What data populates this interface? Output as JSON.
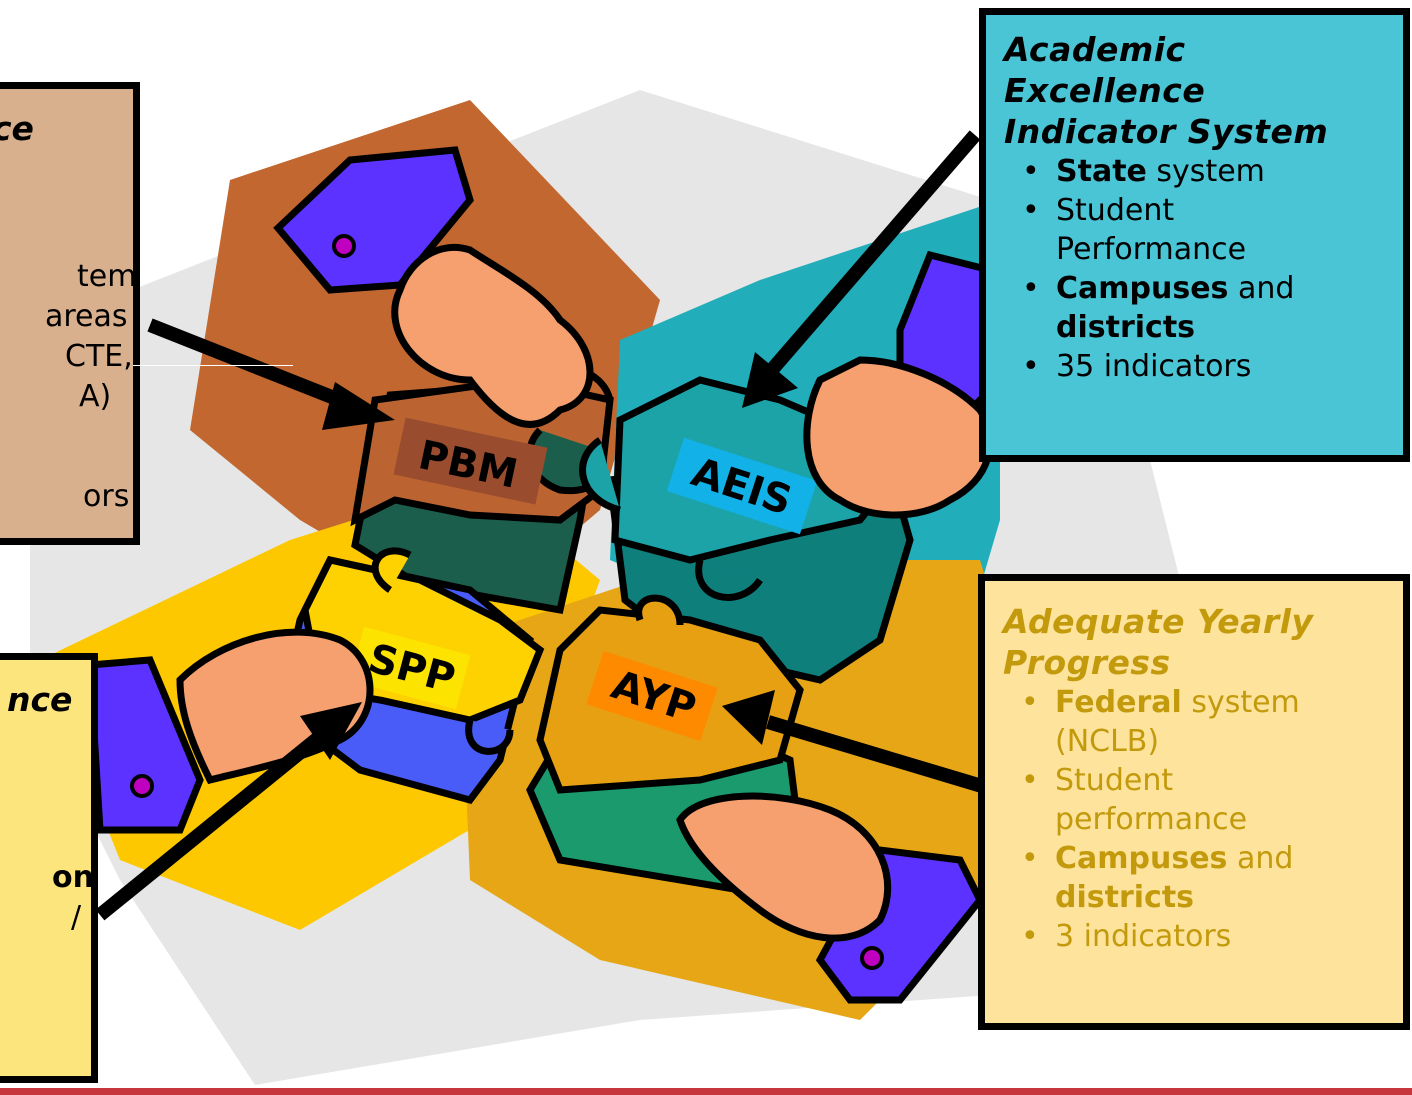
{
  "puzzle": {
    "pbm": "PBM",
    "aeis": "AEIS",
    "spp": "SPP",
    "ayp": "AYP"
  },
  "aeis_box": {
    "title_line1": "Academic",
    "title_line2": "Excellence",
    "title_line3": "Indicator System",
    "items": [
      {
        "bold": "State",
        "text": " system"
      },
      {
        "bold": "",
        "text": "Student"
      },
      {
        "bold": "",
        "text": "Performance"
      },
      {
        "bold": "Campuses",
        "text": " and"
      },
      {
        "bold": "districts",
        "text": ""
      },
      {
        "bold": "",
        "text": "35 indicators"
      }
    ]
  },
  "ayp_box": {
    "title_line1": "Adequate Yearly",
    "title_line2": "Progress",
    "items": [
      {
        "bold": "Federal",
        "text": " system"
      },
      {
        "bold": "",
        "text": "(NCLB)"
      },
      {
        "bold": "",
        "text": "Student"
      },
      {
        "bold": "",
        "text": "performance"
      },
      {
        "bold": "Campuses",
        "text": " and"
      },
      {
        "bold": "districts",
        "text": ""
      },
      {
        "bold": "",
        "text": "3 indicators"
      }
    ]
  },
  "pbm_box_fragments": {
    "title_tail": "ce",
    "line_system": "tem",
    "line_areas": "areas",
    "line_cte": "CTE,",
    "line_a": "A)",
    "line_ors": "ors"
  },
  "spp_box_fragments": {
    "title_tail": "nce",
    "line_on": "on",
    "line_slash": "/"
  },
  "colors": {
    "aeis_box": "#4ac5d5",
    "ayp_box": "#fde39c",
    "ayp_text": "#c39a0c",
    "pbm_box": "#d9b08e",
    "spp_box": "#fde57e",
    "accent_line": "#c8363d"
  },
  "icons": [
    "hand-icon",
    "puzzle-piece-icon",
    "arrow-icon"
  ]
}
